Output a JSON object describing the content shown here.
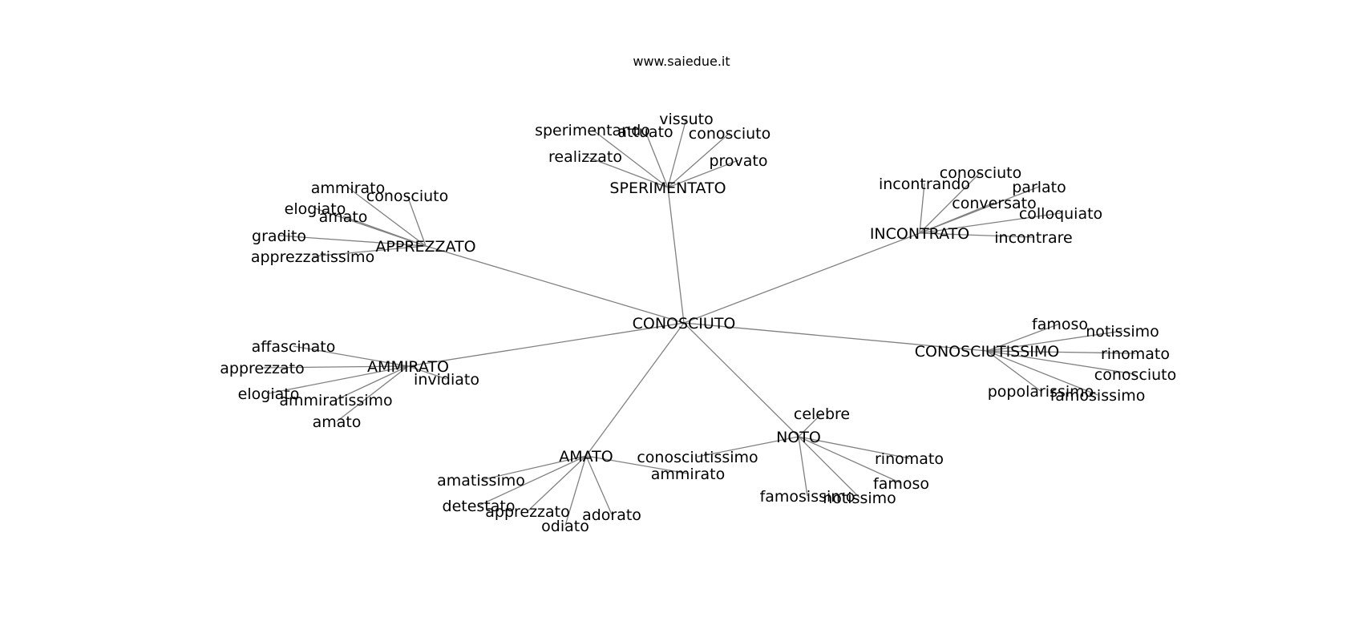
{
  "header": {
    "site": "www.saiedue.it"
  },
  "graph": {
    "center": "CONOSCIUTO",
    "hubs": [
      {
        "label": "SPERIMENTATO",
        "leaves": [
          "sperimentando",
          "attuato",
          "vissuto",
          "conosciuto",
          "realizzato",
          "provato"
        ]
      },
      {
        "label": "APPREZZATO",
        "leaves": [
          "ammirato",
          "conosciuto",
          "elogiato",
          "amato",
          "gradito",
          "apprezzatissimo"
        ]
      },
      {
        "label": "INCONTRATO",
        "leaves": [
          "incontrando",
          "conosciuto",
          "parlato",
          "conversato",
          "colloquiato",
          "incontrare"
        ]
      },
      {
        "label": "AMMIRATO",
        "leaves": [
          "affascinato",
          "apprezzato",
          "invidiato",
          "elogiato",
          "ammiratissimo",
          "amato"
        ]
      },
      {
        "label": "CONOSCIUTISSIMO",
        "leaves": [
          "famoso",
          "notissimo",
          "rinomato",
          "conosciuto",
          "popolarissimo",
          "famosissimo"
        ]
      },
      {
        "label": "NOTO",
        "leaves": [
          "celebre",
          "conosciutissimo",
          "rinomato",
          "famoso",
          "famosissimo",
          "notissimo"
        ]
      },
      {
        "label": "AMATO",
        "leaves": [
          "amatissimo",
          "ammirato",
          "detestato",
          "apprezzato",
          "adorato",
          "odiato"
        ]
      }
    ]
  }
}
